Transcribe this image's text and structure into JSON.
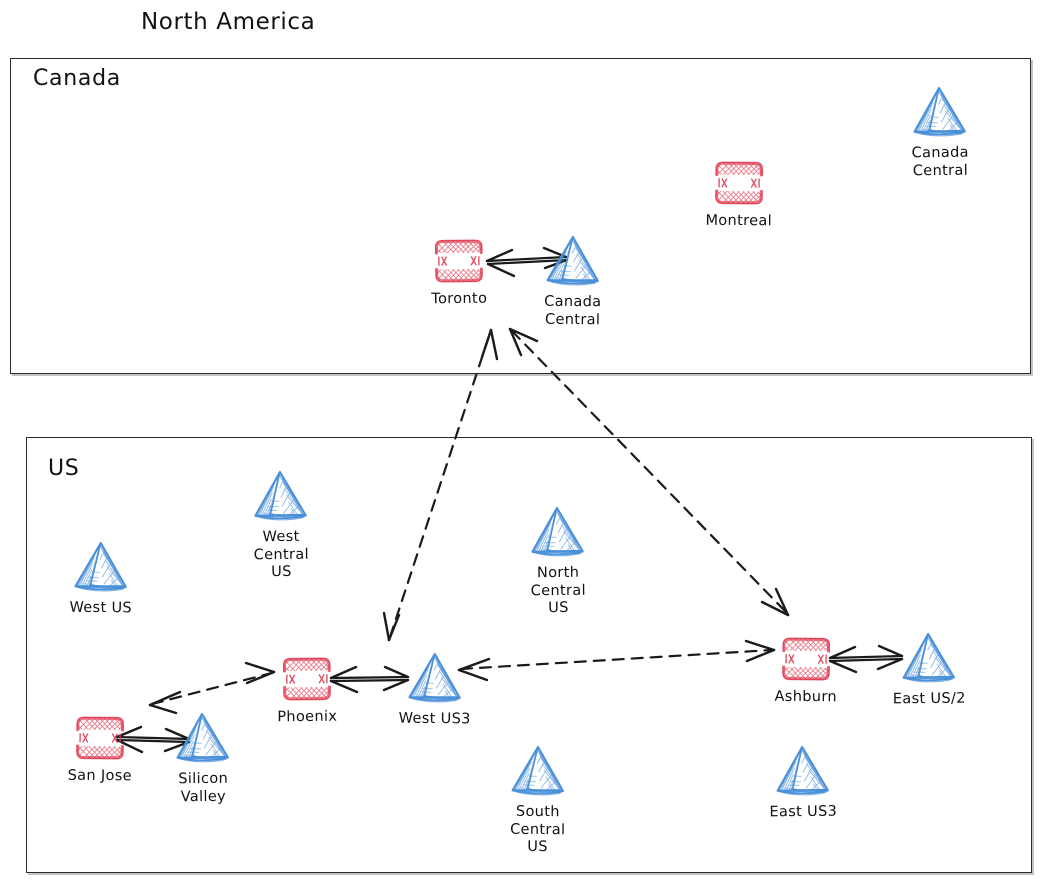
{
  "title": "North America",
  "colors": {
    "azure_blue": "#4a90d9",
    "ix_red": "#e0455a",
    "stroke_black": "#1a1a1a",
    "frame_gray": "#2b2b2b",
    "background": "#ffffff"
  },
  "groups": [
    {
      "id": "canada",
      "label": "Canada"
    },
    {
      "id": "us",
      "label": "US"
    }
  ],
  "legend_icons": {
    "azure_region": "azure-region-icon",
    "internet_exchange": "internet-exchange-icon"
  },
  "nodes": [
    {
      "id": "canada-central-top",
      "label": "Canada\nCentral",
      "type": "azure-region",
      "group": "canada"
    },
    {
      "id": "montreal",
      "label": "Montreal",
      "type": "internet-exchange",
      "group": "canada"
    },
    {
      "id": "toronto",
      "label": "Toronto",
      "type": "internet-exchange",
      "group": "canada"
    },
    {
      "id": "canada-central",
      "label": "Canada\nCentral",
      "type": "azure-region",
      "group": "canada"
    },
    {
      "id": "west-central-us",
      "label": "West\nCentral\nUS",
      "type": "azure-region",
      "group": "us"
    },
    {
      "id": "west-us",
      "label": "West US",
      "type": "azure-region",
      "group": "us"
    },
    {
      "id": "north-central-us",
      "label": "North\nCentral\nUS",
      "type": "azure-region",
      "group": "us"
    },
    {
      "id": "san-jose",
      "label": "San Jose",
      "type": "internet-exchange",
      "group": "us"
    },
    {
      "id": "silicon-valley",
      "label": "Silicon\nValley",
      "type": "azure-region",
      "group": "us"
    },
    {
      "id": "phoenix",
      "label": "Phoenix",
      "type": "internet-exchange",
      "group": "us"
    },
    {
      "id": "west-us3",
      "label": "West US3",
      "type": "azure-region",
      "group": "us"
    },
    {
      "id": "ashburn",
      "label": "Ashburn",
      "type": "internet-exchange",
      "group": "us"
    },
    {
      "id": "east-us-2",
      "label": "East US/2",
      "type": "azure-region",
      "group": "us"
    },
    {
      "id": "south-central-us",
      "label": "South\nCentral\nUS",
      "type": "azure-region",
      "group": "us"
    },
    {
      "id": "east-us3",
      "label": "East US3",
      "type": "azure-region",
      "group": "us"
    }
  ],
  "edges": [
    {
      "from": "toronto",
      "to": "canada-central",
      "style": "solid",
      "direction": "bidirectional"
    },
    {
      "from": "san-jose",
      "to": "silicon-valley",
      "style": "solid",
      "direction": "bidirectional"
    },
    {
      "from": "phoenix",
      "to": "west-us3",
      "style": "solid",
      "direction": "bidirectional"
    },
    {
      "from": "ashburn",
      "to": "east-us-2",
      "style": "solid",
      "direction": "bidirectional"
    },
    {
      "from": "san-jose",
      "to": "phoenix",
      "style": "dashed",
      "direction": "bidirectional"
    },
    {
      "from": "west-us3",
      "to": "ashburn",
      "style": "dashed",
      "direction": "bidirectional"
    },
    {
      "from": "west-us3",
      "to": "toronto",
      "style": "dashed",
      "direction": "bidirectional"
    },
    {
      "from": "ashburn",
      "to": "toronto",
      "style": "dashed",
      "direction": "bidirectional"
    }
  ]
}
